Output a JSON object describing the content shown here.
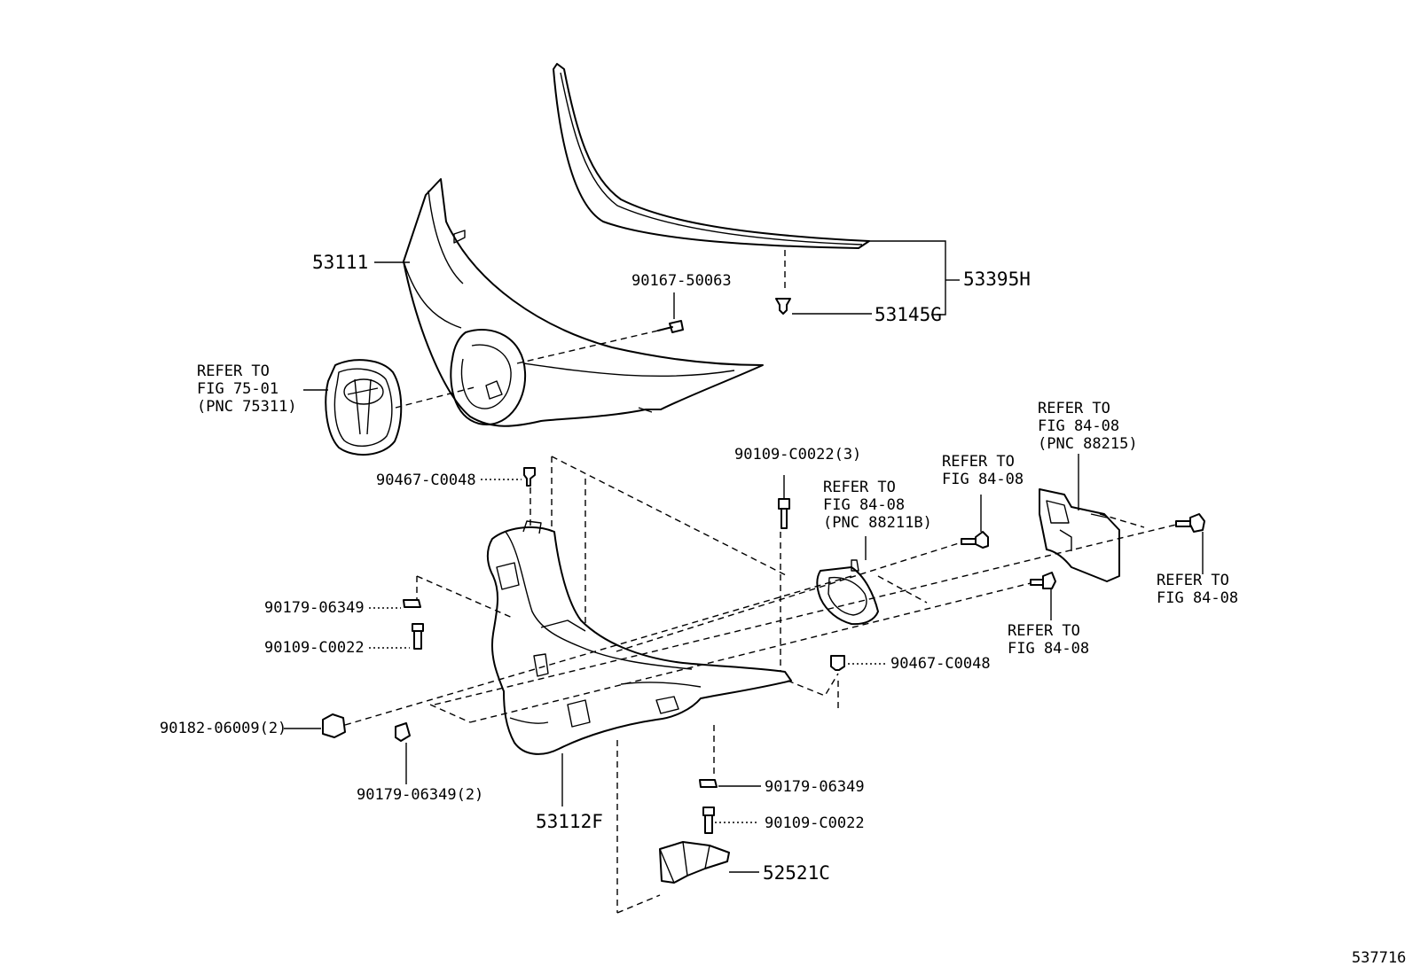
{
  "labels": {
    "p53111": "53111",
    "p53395h": "53395H",
    "p53145g": "53145G",
    "p90167": "90167-50063",
    "emb_refer": "REFER TO",
    "emb_fig": "FIG 75-01",
    "emb_pnc": "(PNC 75311)",
    "p90467a": "90467-C0048",
    "p90109c3": "90109-C0022(3)",
    "sen1_refer": "REFER TO",
    "sen1_fig": "FIG 84-08",
    "sen1_pnc": "(PNC 88211B)",
    "sen2_refer": "REFER TO",
    "sen2_fig": "FIG 84-08",
    "sen3_refer": "REFER TO",
    "sen3_fig": "FIG 84-08",
    "sen3_pnc": "(PNC 88215)",
    "sen4_refer": "REFER TO",
    "sen4_fig": "FIG 84-08",
    "sen5_refer": "REFER TO",
    "sen5_fig": "FIG 84-08",
    "p90179a": "90179-06349",
    "p90109a": "90109-C0022",
    "p90467b": "90467-C0048",
    "p90182": "90182-06009(2)",
    "p90179b": "90179-06349(2)",
    "p53112f": "53112F",
    "p90179c": "90179-06349",
    "p90109b": "90109-C0022",
    "p52521c": "52521C",
    "diagram_id": "537716"
  }
}
